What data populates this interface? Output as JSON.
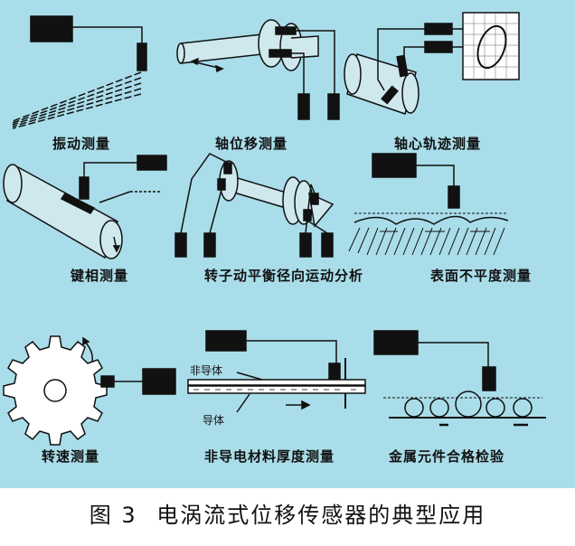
{
  "labels": {
    "vibration": "振动测量",
    "axial_disp": "轴位移测量",
    "orbit": "轴心轨迹测量",
    "keyphasor": "键相测量",
    "rotor_balance": "转子动平衡径向运动分析",
    "surface_flatness": "表面不平度测量",
    "speed": "转速测量",
    "thickness": "非导电材料厚度测量",
    "parts_inspection": "金属元件合格检验"
  },
  "annotations": {
    "nonconductor": "非导体",
    "conductor": "导体"
  },
  "caption": {
    "figure_no": "图 3",
    "title": "电涡流式位移传感器的典型应用"
  },
  "colors": {
    "panel_bg": "#a9dde9",
    "ink": "#111111"
  }
}
